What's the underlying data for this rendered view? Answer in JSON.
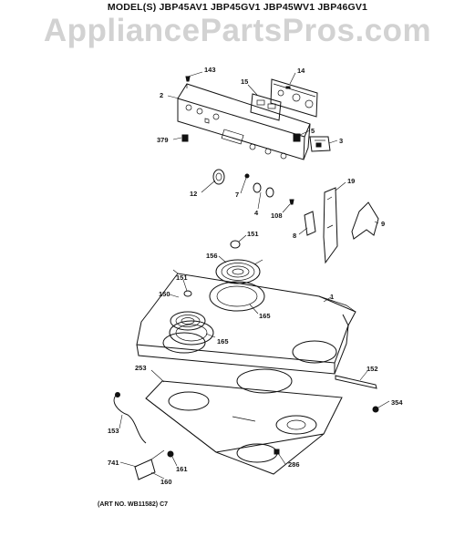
{
  "header": {
    "model_line": "MODEL(S) JBP45AV1  JBP45GV1  JBP45WV1  JBP46GV1"
  },
  "watermark": {
    "text": "AppliancePartsPros.com"
  },
  "footer": {
    "art_number": "(ART NO. WB11582) C7"
  },
  "callouts": {
    "c1": "1",
    "c2": "2",
    "c3": "3",
    "c4": "4",
    "c5": "5",
    "c7": "7",
    "c8": "8",
    "c9": "9",
    "c12": "12",
    "c14": "14",
    "c15": "15",
    "c19": "19",
    "c108": "108",
    "c143": "143",
    "c150": "150",
    "c151a": "151",
    "c151b": "151",
    "c152": "152",
    "c153": "153",
    "c156": "156",
    "c160": "160",
    "c161": "161",
    "c165a": "165",
    "c165b": "165",
    "c253": "253",
    "c286": "286",
    "c354": "354",
    "c379": "379",
    "c741": "741"
  }
}
